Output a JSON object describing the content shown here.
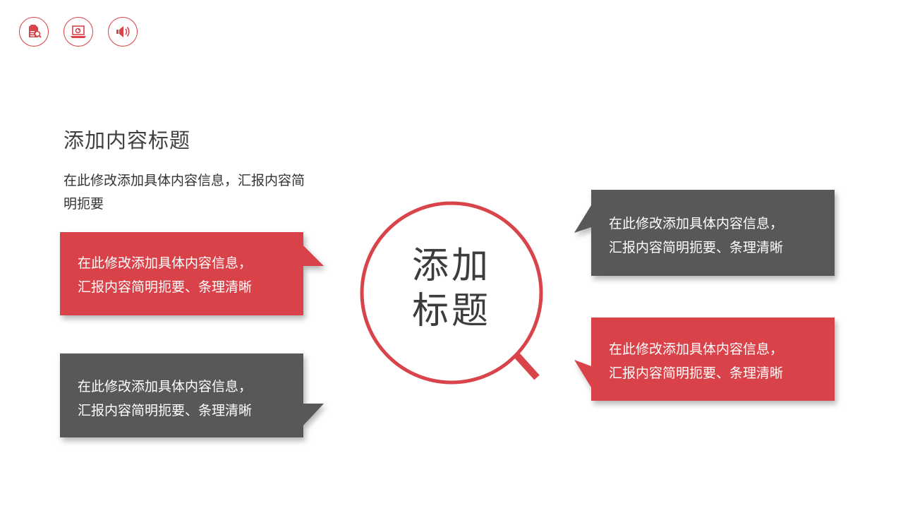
{
  "colors": {
    "accent_red": "#d9434a",
    "dark_gray": "#595959",
    "text_dark": "#404040"
  },
  "toolbar": {
    "icons": [
      {
        "name": "document-search-icon"
      },
      {
        "name": "laptop-chart-icon"
      },
      {
        "name": "speaker-icon"
      }
    ]
  },
  "section": {
    "title": "添加内容标题",
    "description": "在此修改添加具体内容信息，汇报内容简明扼要"
  },
  "center": {
    "title_line1": "添加",
    "title_line2": "标题"
  },
  "callouts": [
    {
      "position": "left-top",
      "color": "red",
      "line1": "在此修改添加具体内容信息，",
      "line2": "汇报内容简明扼要、条理清晰"
    },
    {
      "position": "left-bottom",
      "color": "gray",
      "line1": "在此修改添加具体内容信息，",
      "line2": "汇报内容简明扼要、条理清晰"
    },
    {
      "position": "right-top",
      "color": "gray",
      "line1": "在此修改添加具体内容信息，",
      "line2": "汇报内容简明扼要、条理清晰"
    },
    {
      "position": "right-bottom",
      "color": "red",
      "line1": "在此修改添加具体内容信息，",
      "line2": "汇报内容简明扼要、条理清晰"
    }
  ]
}
